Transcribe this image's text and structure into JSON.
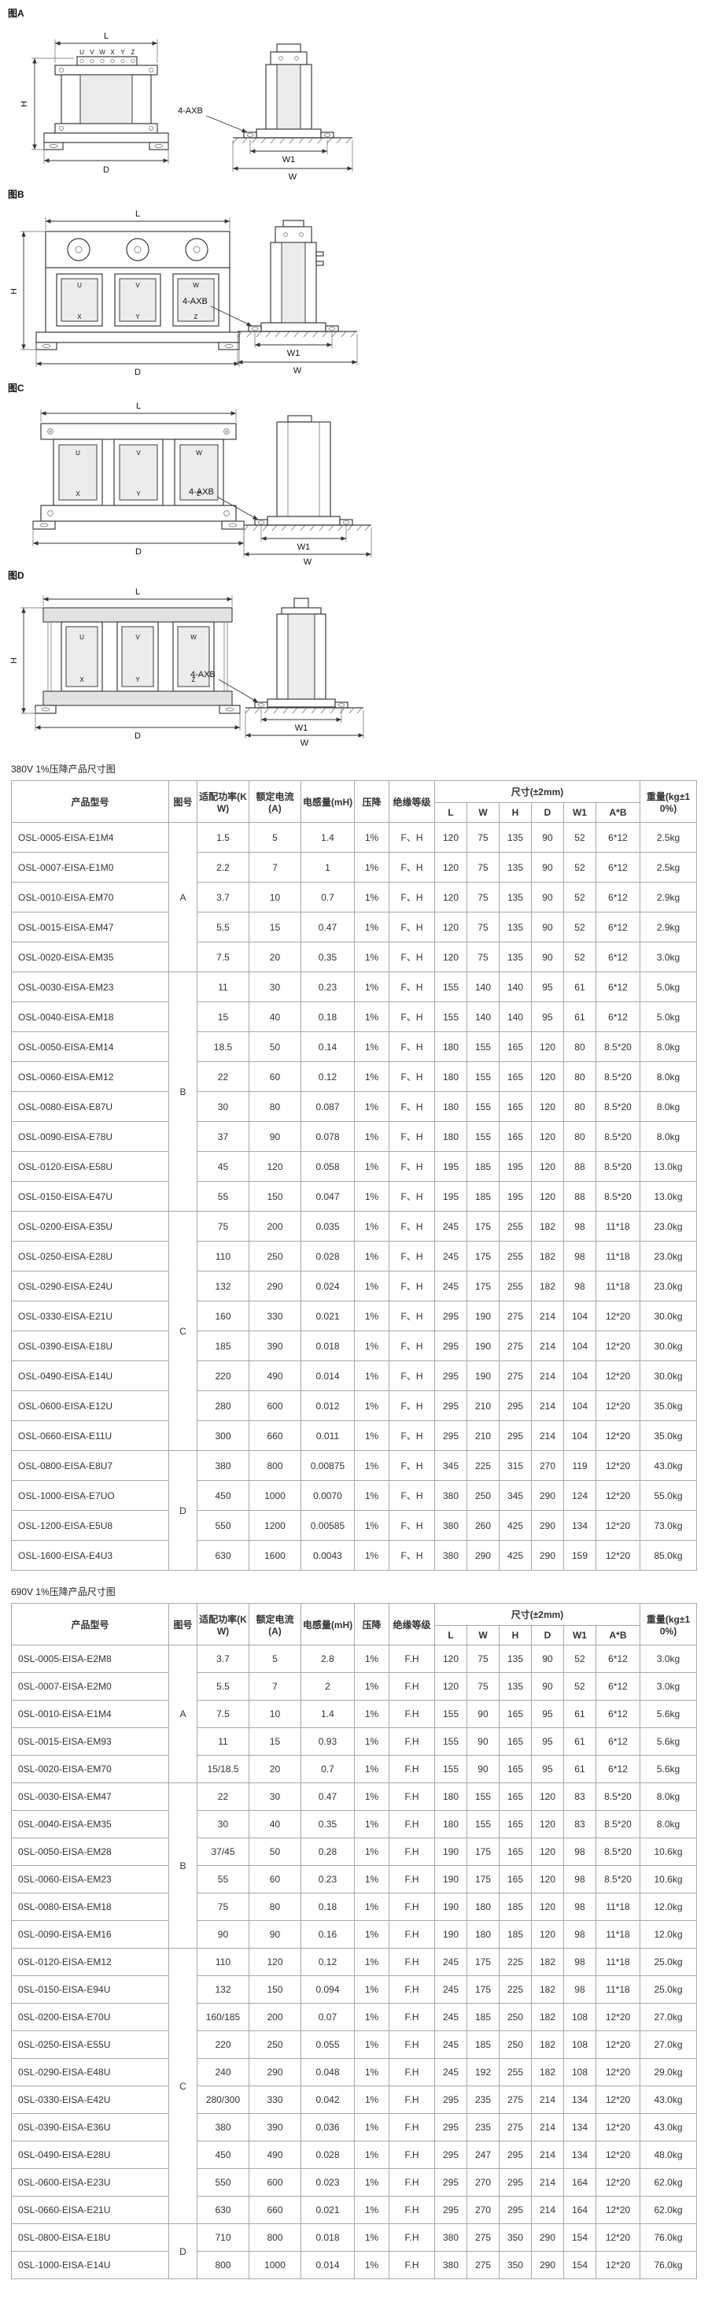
{
  "figures": {
    "a": {
      "label": "图A"
    },
    "b": {
      "label": "图B"
    },
    "c": {
      "label": "图C"
    },
    "d": {
      "label": "图D"
    }
  },
  "dims": {
    "l": "L",
    "h": "H",
    "d": "D",
    "w": "W",
    "w1": "W1",
    "axb": "4-AXB"
  },
  "letters": {
    "u": "U",
    "v": "V",
    "w": "W",
    "x": "X",
    "y": "Y",
    "z": "Z"
  },
  "tables": [
    {
      "title": "380V 1%压降产品尺寸图",
      "headers": {
        "model": "产品型号",
        "figure": "图号",
        "power": "适配功率(KW)",
        "current": "额定电流(A)",
        "inductance": "电感量(mH)",
        "drop": "压降",
        "insulation": "绝缘等级",
        "size": "尺寸(±2mm)",
        "size_cols": [
          "L",
          "W",
          "H",
          "D",
          "W1",
          "A*B"
        ],
        "weight": "重量(kg±10%)"
      },
      "figure_groups": [
        {
          "label": "A",
          "span": 5
        },
        {
          "label": "B",
          "span": 8
        },
        {
          "label": "C",
          "span": 8
        },
        {
          "label": "D",
          "span": 4
        }
      ],
      "rows": [
        [
          "OSL-0005-EISA-E1M4",
          "1.5",
          "5",
          "1.4",
          "1%",
          "F、H",
          "120",
          "75",
          "135",
          "90",
          "52",
          "6*12",
          "2.5kg"
        ],
        [
          "OSL-0007-EISA-E1M0",
          "2.2",
          "7",
          "1",
          "1%",
          "F、H",
          "120",
          "75",
          "135",
          "90",
          "52",
          "6*12",
          "2.5kg"
        ],
        [
          "OSL-0010-EISA-EM70",
          "3.7",
          "10",
          "0.7",
          "1%",
          "F、H",
          "120",
          "75",
          "135",
          "90",
          "52",
          "6*12",
          "2.9kg"
        ],
        [
          "OSL-0015-EISA-EM47",
          "5.5",
          "15",
          "0.47",
          "1%",
          "F、H",
          "120",
          "75",
          "135",
          "90",
          "52",
          "6*12",
          "2.9kg"
        ],
        [
          "OSL-0020-EISA-EM35",
          "7.5",
          "20",
          "0.35",
          "1%",
          "F、H",
          "120",
          "75",
          "135",
          "90",
          "52",
          "6*12",
          "3.0kg"
        ],
        [
          "OSL-0030-EISA-EM23",
          "11",
          "30",
          "0.23",
          "1%",
          "F、H",
          "155",
          "140",
          "140",
          "95",
          "61",
          "6*12",
          "5.0kg"
        ],
        [
          "OSL-0040-EISA-EM18",
          "15",
          "40",
          "0.18",
          "1%",
          "F、H",
          "155",
          "140",
          "140",
          "95",
          "61",
          "6*12",
          "5.0kg"
        ],
        [
          "OSL-0050-EISA-EM14",
          "18.5",
          "50",
          "0.14",
          "1%",
          "F、H",
          "180",
          "155",
          "165",
          "120",
          "80",
          "8.5*20",
          "8.0kg"
        ],
        [
          "OSL-0060-EISA-EM12",
          "22",
          "60",
          "0.12",
          "1%",
          "F、H",
          "180",
          "155",
          "165",
          "120",
          "80",
          "8.5*20",
          "8.0kg"
        ],
        [
          "OSL-0080-EISA-E87U",
          "30",
          "80",
          "0.087",
          "1%",
          "F、H",
          "180",
          "155",
          "165",
          "120",
          "80",
          "8.5*20",
          "8.0kg"
        ],
        [
          "OSL-0090-EISA-E78U",
          "37",
          "90",
          "0.078",
          "1%",
          "F、H",
          "180",
          "155",
          "165",
          "120",
          "80",
          "8.5*20",
          "8.0kg"
        ],
        [
          "OSL-0120-EISA-E58U",
          "45",
          "120",
          "0.058",
          "1%",
          "F、H",
          "195",
          "185",
          "195",
          "120",
          "88",
          "8.5*20",
          "13.0kg"
        ],
        [
          "OSL-0150-EISA-E47U",
          "55",
          "150",
          "0.047",
          "1%",
          "F、H",
          "195",
          "185",
          "195",
          "120",
          "88",
          "8.5*20",
          "13.0kg"
        ],
        [
          "OSL-0200-EISA-E35U",
          "75",
          "200",
          "0.035",
          "1%",
          "F、H",
          "245",
          "175",
          "255",
          "182",
          "98",
          "11*18",
          "23.0kg"
        ],
        [
          "OSL-0250-EISA-E28U",
          "110",
          "250",
          "0.028",
          "1%",
          "F、H",
          "245",
          "175",
          "255",
          "182",
          "98",
          "11*18",
          "23.0kg"
        ],
        [
          "OSL-0290-EISA-E24U",
          "132",
          "290",
          "0.024",
          "1%",
          "F、H",
          "245",
          "175",
          "255",
          "182",
          "98",
          "11*18",
          "23.0kg"
        ],
        [
          "OSL-0330-EISA-E21U",
          "160",
          "330",
          "0.021",
          "1%",
          "F、H",
          "295",
          "190",
          "275",
          "214",
          "104",
          "12*20",
          "30.0kg"
        ],
        [
          "OSL-0390-EISA-E18U",
          "185",
          "390",
          "0.018",
          "1%",
          "F、H",
          "295",
          "190",
          "275",
          "214",
          "104",
          "12*20",
          "30.0kg"
        ],
        [
          "OSL-0490-EISA-E14U",
          "220",
          "490",
          "0.014",
          "1%",
          "F、H",
          "295",
          "190",
          "275",
          "214",
          "104",
          "12*20",
          "30.0kg"
        ],
        [
          "OSL-0600-EISA-E12U",
          "280",
          "600",
          "0.012",
          "1%",
          "F、H",
          "295",
          "210",
          "295",
          "214",
          "104",
          "12*20",
          "35.0kg"
        ],
        [
          "OSL-0660-EISA-E11U",
          "300",
          "660",
          "0.011",
          "1%",
          "F、H",
          "295",
          "210",
          "295",
          "214",
          "104",
          "12*20",
          "35.0kg"
        ],
        [
          "OSL-0800-EISA-E8U7",
          "380",
          "800",
          "0.00875",
          "1%",
          "F、H",
          "345",
          "225",
          "315",
          "270",
          "119",
          "12*20",
          "43.0kg"
        ],
        [
          "OSL-1000-EISA-E7UO",
          "450",
          "1000",
          "0.0070",
          "1%",
          "F、H",
          "380",
          "250",
          "345",
          "290",
          "124",
          "12*20",
          "55.0kg"
        ],
        [
          "OSL-1200-EISA-E5U8",
          "550",
          "1200",
          "0.00585",
          "1%",
          "F、H",
          "380",
          "260",
          "425",
          "290",
          "134",
          "12*20",
          "73.0kg"
        ],
        [
          "OSL-1600-EISA-E4U3",
          "630",
          "1600",
          "0.0043",
          "1%",
          "F、H",
          "380",
          "290",
          "425",
          "290",
          "159",
          "12*20",
          "85.0kg"
        ]
      ]
    },
    {
      "title": "690V 1%压降产品尺寸图",
      "headers": {
        "model": "产品型号",
        "figure": "图号",
        "power": "适配功率(KW)",
        "current": "额定电流(A)",
        "inductance": "电感量(mH)",
        "drop": "压降",
        "insulation": "绝缘等级",
        "size": "尺寸(±2mm)",
        "size_cols": [
          "L",
          "W",
          "H",
          "D",
          "W1",
          "A*B"
        ],
        "weight": "重量(kg±10%)"
      },
      "figure_groups": [
        {
          "label": "A",
          "span": 5
        },
        {
          "label": "B",
          "span": 6
        },
        {
          "label": "C",
          "span": 10
        },
        {
          "label": "D",
          "span": 2
        }
      ],
      "rows": [
        [
          "0SL-0005-EISA-E2M8",
          "3.7",
          "5",
          "2.8",
          "1%",
          "F.H",
          "120",
          "75",
          "135",
          "90",
          "52",
          "6*12",
          "3.0kg"
        ],
        [
          "0SL-0007-EISA-E2M0",
          "5.5",
          "7",
          "2",
          "1%",
          "F.H",
          "120",
          "75",
          "135",
          "90",
          "52",
          "6*12",
          "3.0kg"
        ],
        [
          "0SL-0010-EISA-E1M4",
          "7.5",
          "10",
          "1.4",
          "1%",
          "F.H",
          "155",
          "90",
          "165",
          "95",
          "61",
          "6*12",
          "5.6kg"
        ],
        [
          "0SL-0015-EISA-EM93",
          "11",
          "15",
          "0.93",
          "1%",
          "F.H",
          "155",
          "90",
          "165",
          "95",
          "61",
          "6*12",
          "5.6kg"
        ],
        [
          "0SL-0020-EISA-EM70",
          "15/18.5",
          "20",
          "0.7",
          "1%",
          "F.H",
          "155",
          "90",
          "165",
          "95",
          "61",
          "6*12",
          "5.6kg"
        ],
        [
          "0SL-0030-EISA-EM47",
          "22",
          "30",
          "0.47",
          "1%",
          "F.H",
          "180",
          "155",
          "165",
          "120",
          "83",
          "8.5*20",
          "8.0kg"
        ],
        [
          "0SL-0040-EISA-EM35",
          "30",
          "40",
          "0.35",
          "1%",
          "F.H",
          "180",
          "155",
          "165",
          "120",
          "83",
          "8.5*20",
          "8.0kg"
        ],
        [
          "0SL-0050-EISA-EM28",
          "37/45",
          "50",
          "0.28",
          "1%",
          "F.H",
          "190",
          "175",
          "165",
          "120",
          "98",
          "8.5*20",
          "10.6kg"
        ],
        [
          "0SL-0060-EISA-EM23",
          "55",
          "60",
          "0.23",
          "1%",
          "F.H",
          "190",
          "175",
          "165",
          "120",
          "98",
          "8.5*20",
          "10.6kg"
        ],
        [
          "0SL-0080-EISA-EM18",
          "75",
          "80",
          "0.18",
          "1%",
          "F.H",
          "190",
          "180",
          "185",
          "120",
          "98",
          "11*18",
          "12.0kg"
        ],
        [
          "0SL-0090-EISA-EM16",
          "90",
          "90",
          "0.16",
          "1%",
          "F.H",
          "190",
          "180",
          "185",
          "120",
          "98",
          "11*18",
          "12.0kg"
        ],
        [
          "0SL-0120-EISA-EM12",
          "110",
          "120",
          "0.12",
          "1%",
          "F.H",
          "245",
          "175",
          "225",
          "182",
          "98",
          "11*18",
          "25.0kg"
        ],
        [
          "0SL-0150-EISA-E94U",
          "132",
          "150",
          "0.094",
          "1%",
          "F.H",
          "245",
          "175",
          "225",
          "182",
          "98",
          "11*18",
          "25.0kg"
        ],
        [
          "0SL-0200-EISA-E70U",
          "160/185",
          "200",
          "0.07",
          "1%",
          "F.H",
          "245",
          "185",
          "250",
          "182",
          "108",
          "12*20",
          "27.0kg"
        ],
        [
          "0SL-0250-EISA-E55U",
          "220",
          "250",
          "0.055",
          "1%",
          "F.H",
          "245",
          "185",
          "250",
          "182",
          "108",
          "12*20",
          "27.0kg"
        ],
        [
          "0SL-0290-EISA-E48U",
          "240",
          "290",
          "0.048",
          "1%",
          "F.H",
          "245",
          "192",
          "255",
          "182",
          "108",
          "12*20",
          "29.0kg"
        ],
        [
          "0SL-0330-EISA-E42U",
          "280/300",
          "330",
          "0.042",
          "1%",
          "F.H",
          "295",
          "235",
          "275",
          "214",
          "134",
          "12*20",
          "43.0kg"
        ],
        [
          "0SL-0390-EISA-E36U",
          "380",
          "390",
          "0.036",
          "1%",
          "F.H",
          "295",
          "235",
          "275",
          "214",
          "134",
          "12*20",
          "43.0kg"
        ],
        [
          "0SL-0490-EISA-E28U",
          "450",
          "490",
          "0.028",
          "1%",
          "F.H",
          "295",
          "247",
          "295",
          "214",
          "134",
          "12*20",
          "48.0kg"
        ],
        [
          "0SL-0600-EISA-E23U",
          "550",
          "600",
          "0.023",
          "1%",
          "F.H",
          "295",
          "270",
          "295",
          "214",
          "164",
          "12*20",
          "62.0kg"
        ],
        [
          "0SL-0660-EISA-E21U",
          "630",
          "660",
          "0.021",
          "1%",
          "F.H",
          "295",
          "270",
          "295",
          "214",
          "164",
          "12*20",
          "62.0kg"
        ],
        [
          "0SL-0800-EISA-E18U",
          "710",
          "800",
          "0.018",
          "1%",
          "F.H",
          "380",
          "275",
          "350",
          "290",
          "154",
          "12*20",
          "76.0kg"
        ],
        [
          "0SL-1000-EISA-E14U",
          "800",
          "1000",
          "0.014",
          "1%",
          "F.H",
          "380",
          "275",
          "350",
          "290",
          "154",
          "12*20",
          "76.0kg"
        ]
      ]
    }
  ]
}
